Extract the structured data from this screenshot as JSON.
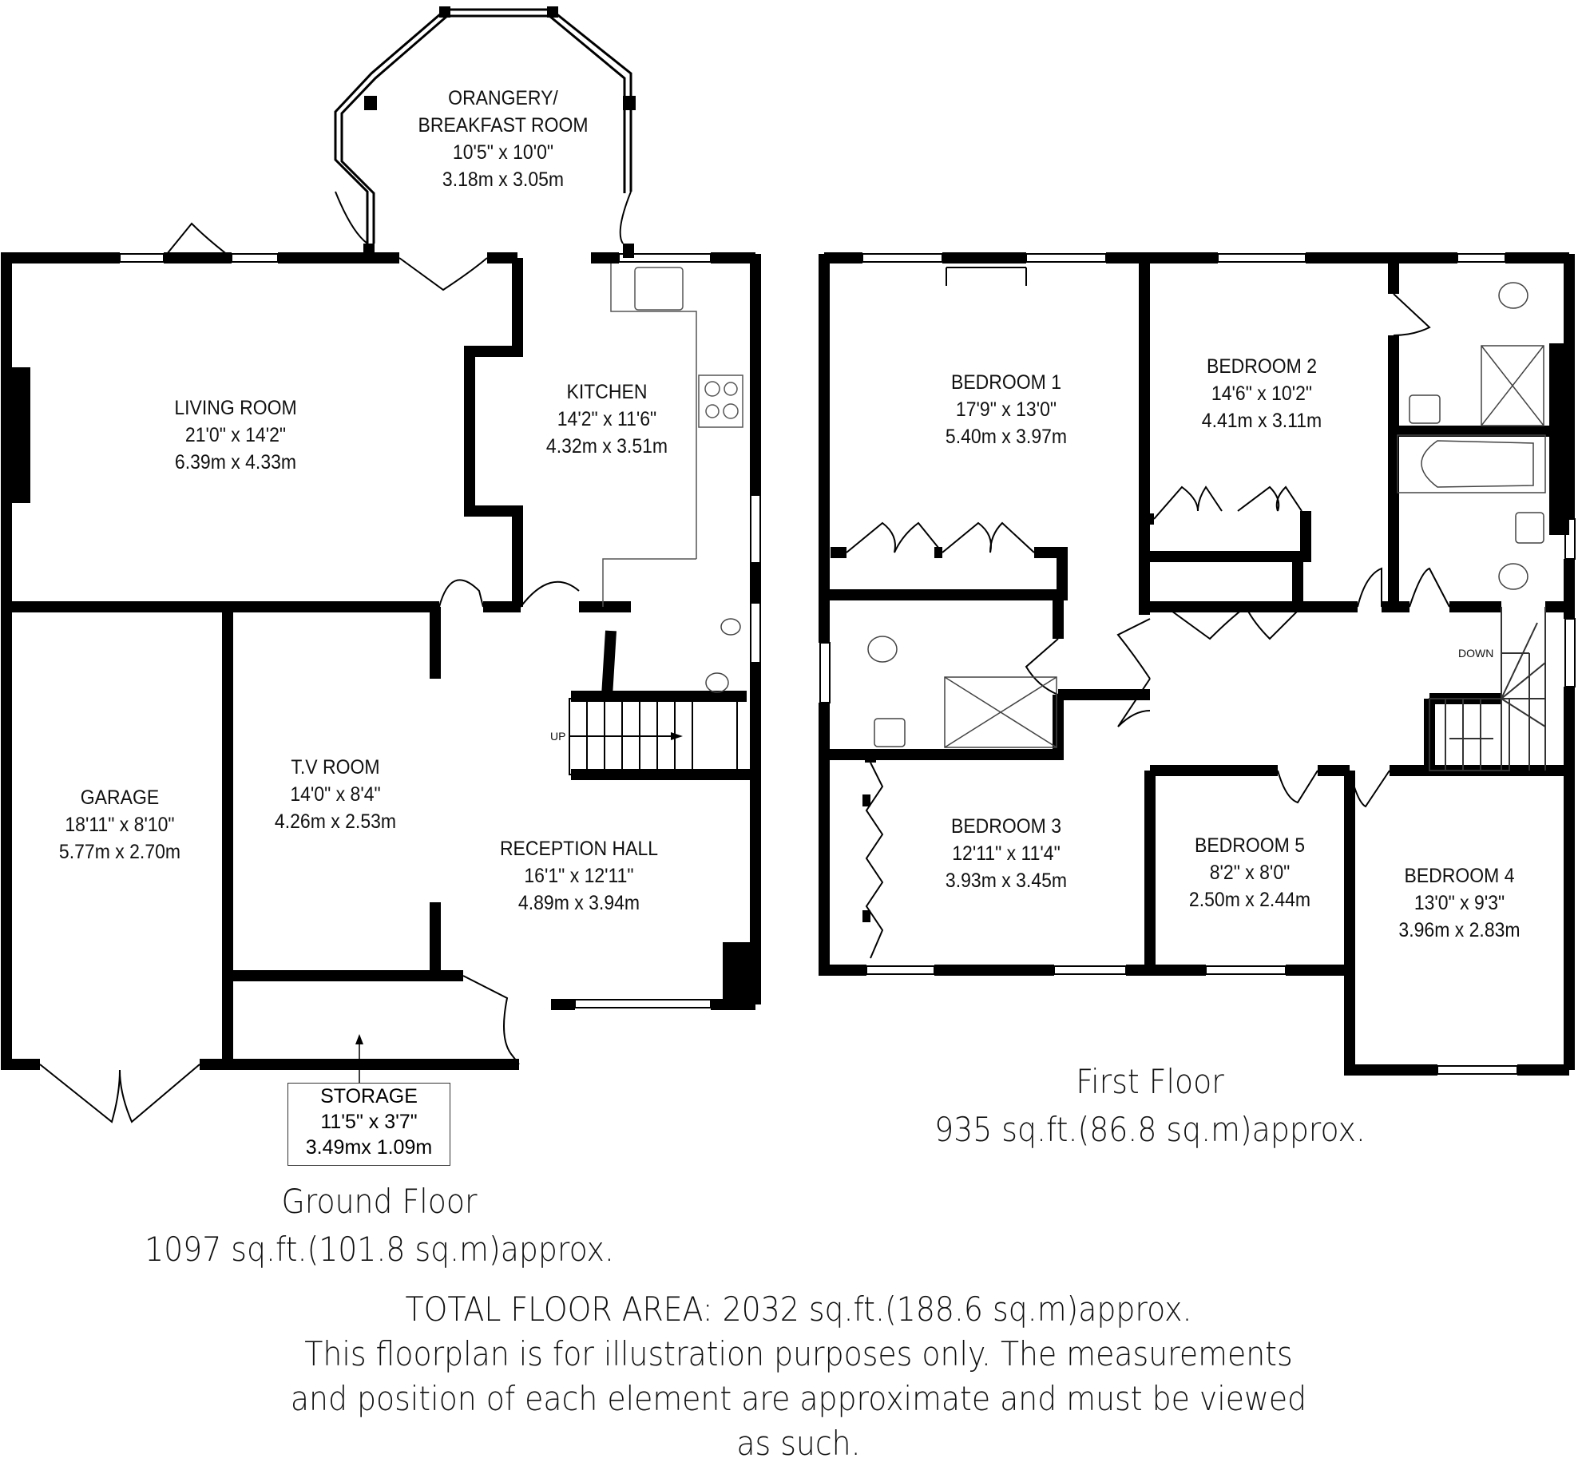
{
  "document": {
    "type": "floorplan",
    "ground_floor": {
      "title": "Ground Floor",
      "area": "1097 sq.ft.(101.8 sq.m)approx.",
      "rooms": [
        {
          "name": "ORANGERY/",
          "name2": "BREAKFAST ROOM",
          "imperial": "10'5\" x 10'0\"",
          "metric": "3.18m x 3.05m"
        },
        {
          "name": "LIVING ROOM",
          "imperial": "21'0\" x 14'2\"",
          "metric": "6.39m x 4.33m"
        },
        {
          "name": "KITCHEN",
          "imperial": "14'2\" x 11'6\"",
          "metric": "4.32m x 3.51m"
        },
        {
          "name": "GARAGE",
          "imperial": "18'11\" x 8'10\"",
          "metric": "5.77m x 2.70m"
        },
        {
          "name": "T.V ROOM",
          "imperial": "14'0\" x 8'4\"",
          "metric": "4.26m x 2.53m"
        },
        {
          "name": "RECEPTION HALL",
          "imperial": "16'1\" x 12'11\"",
          "metric": "4.89m x 3.94m"
        },
        {
          "name": "STORAGE",
          "imperial": "11'5\" x 3'7\"",
          "metric": "3.49mx 1.09m"
        }
      ],
      "stairs_label": "UP"
    },
    "first_floor": {
      "title": "First Floor",
      "area": "935 sq.ft.(86.8 sq.m)approx.",
      "rooms": [
        {
          "name": "BEDROOM 1",
          "imperial": "17'9\" x 13'0\"",
          "metric": "5.40m x 3.97m"
        },
        {
          "name": "BEDROOM 2",
          "imperial": "14'6\" x 10'2\"",
          "metric": "4.41m x 3.11m"
        },
        {
          "name": "BEDROOM 3",
          "imperial": "12'11\" x 11'4\"",
          "metric": "3.93m x 3.45m"
        },
        {
          "name": "BEDROOM 5",
          "imperial": "8'2\" x 8'0\"",
          "metric": "2.50m x 2.44m"
        },
        {
          "name": "BEDROOM 4",
          "imperial": "13'0\" x 9'3\"",
          "metric": "3.96m x 2.83m"
        }
      ],
      "stairs_label": "DOWN"
    },
    "footer": {
      "total": "TOTAL FLOOR AREA: 2032 sq.ft.(188.6 sq.m)approx.",
      "disclaimer_1": "This floorplan is for illustration purposes only. The measurements",
      "disclaimer_2": "and position of each element are approximate and must be viewed",
      "disclaimer_3": "as such."
    }
  }
}
